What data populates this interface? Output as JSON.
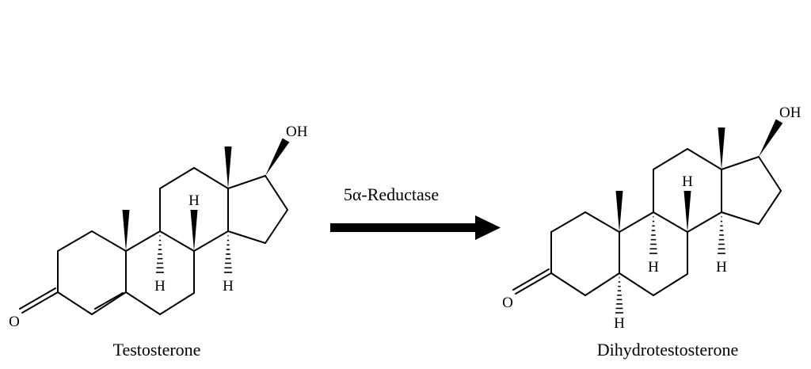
{
  "reaction": {
    "enzyme_label": "5α-Reductase",
    "reactant": {
      "name": "Testosterone",
      "atom_labels": {
        "oxygen": "O",
        "hydroxyl": "OH",
        "h8": "H",
        "h9": "H",
        "h14": "H"
      }
    },
    "product": {
      "name": "Dihydrotestosterone",
      "atom_labels": {
        "oxygen": "O",
        "hydroxyl": "OH",
        "h8": "H",
        "h9": "H",
        "h14": "H",
        "h5": "H"
      }
    },
    "colors": {
      "ink": "#000000",
      "background": "#ffffff"
    }
  }
}
